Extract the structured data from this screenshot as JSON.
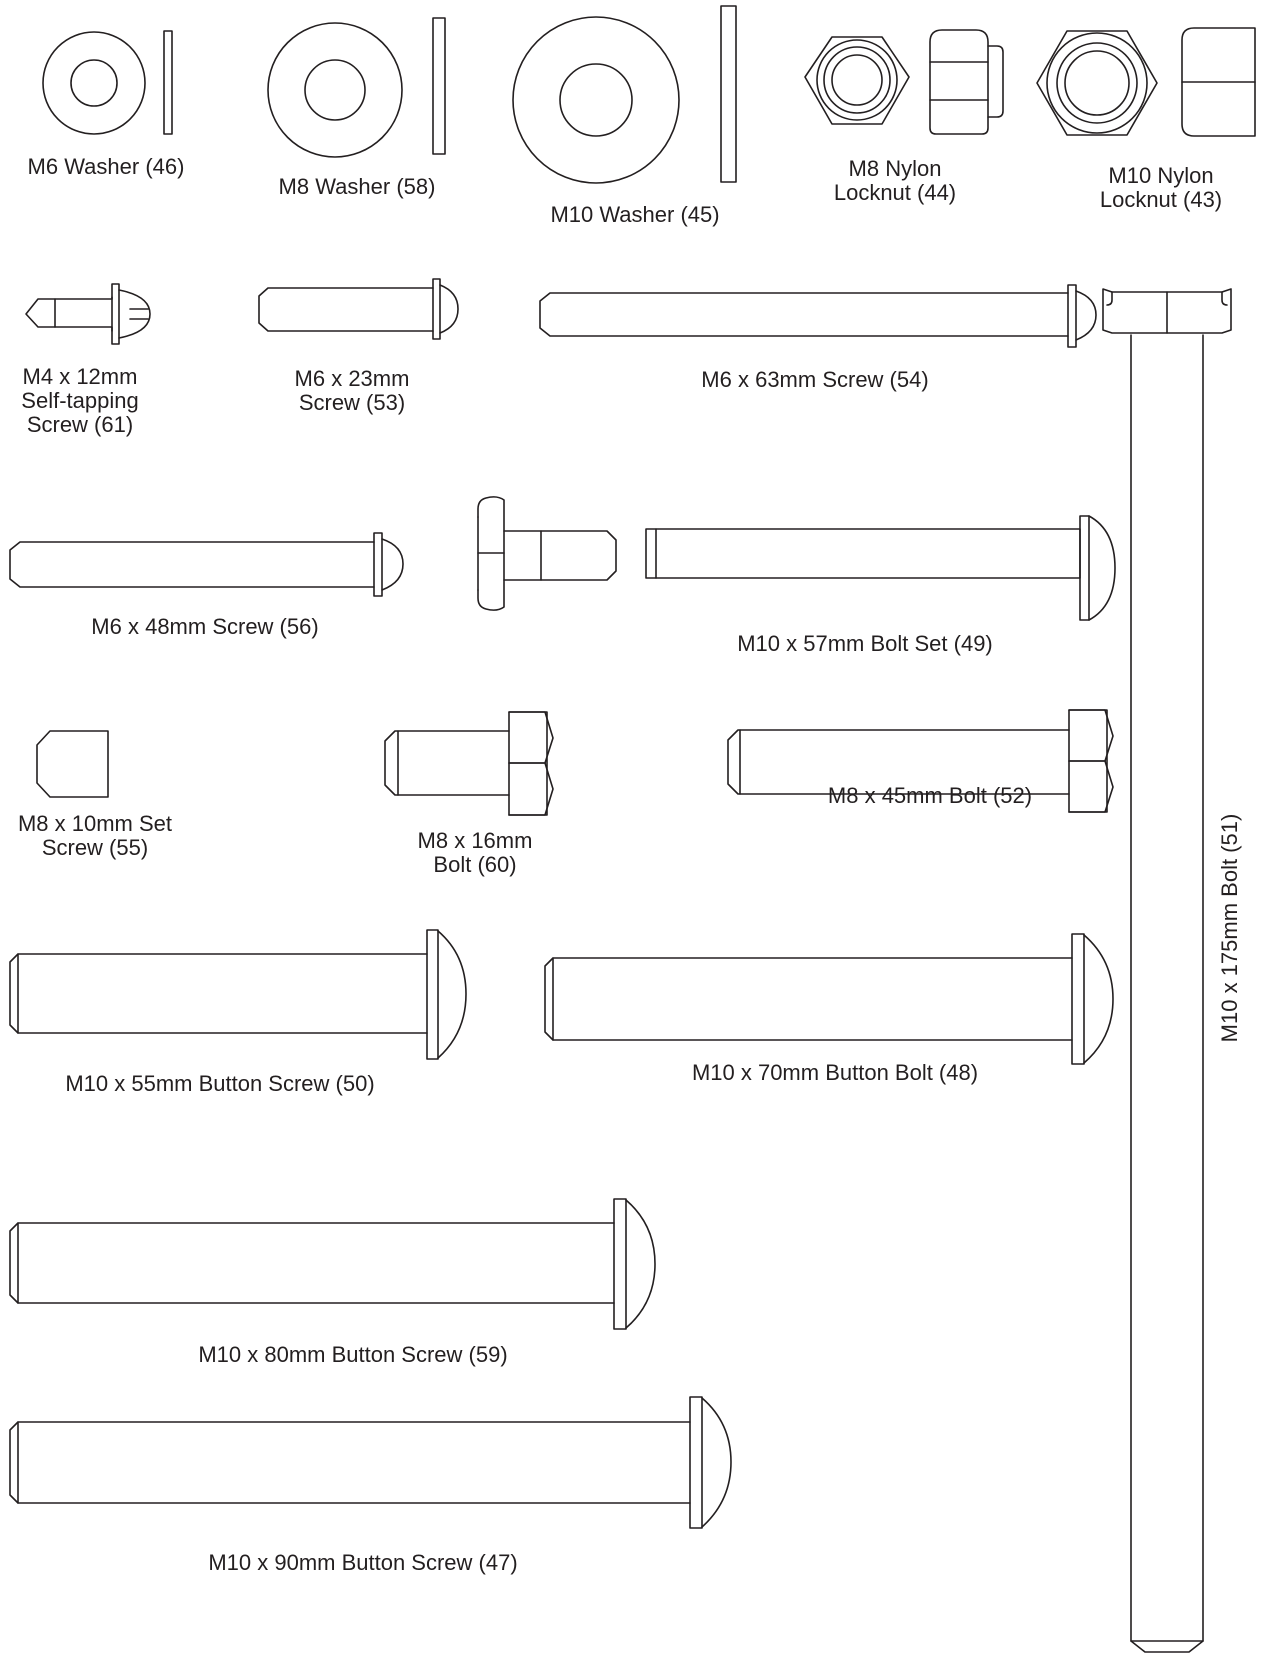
{
  "parts": {
    "m6_washer": "M6 Washer (46)",
    "m8_washer": "M8 Washer (58)",
    "m10_washer": "M10 Washer (45)",
    "m8_locknut": "M8 Nylon\nLocknut (44)",
    "m10_locknut": "M10 Nylon\nLocknut (43)",
    "m4_self_tapping": "M4 x 12mm\nSelf-tapping\nScrew (61)",
    "m6_23_screw": "M6 x 23mm\nScrew (53)",
    "m6_63_screw": "M6 x 63mm Screw (54)",
    "m6_48_screw": "M6 x 48mm Screw (56)",
    "m10_57_bolt_set": "M10 x 57mm Bolt Set (49)",
    "m8_10_set_screw": "M8 x 10mm Set\nScrew (55)",
    "m8_16_bolt": "M8 x 16mm\nBolt (60)",
    "m8_45_bolt": "M8 x 45mm Bolt (52)",
    "m10_55_button_screw": "M10 x 55mm Button Screw (50)",
    "m10_70_button_bolt": "M10 x 70mm Button Bolt (48)",
    "m10_80_button_screw": "M10 x 80mm Button Screw (59)",
    "m10_90_button_screw": "M10 x 90mm Button Screw (47)",
    "m10_175_bolt": "M10 x 175mm Bolt (51)"
  }
}
